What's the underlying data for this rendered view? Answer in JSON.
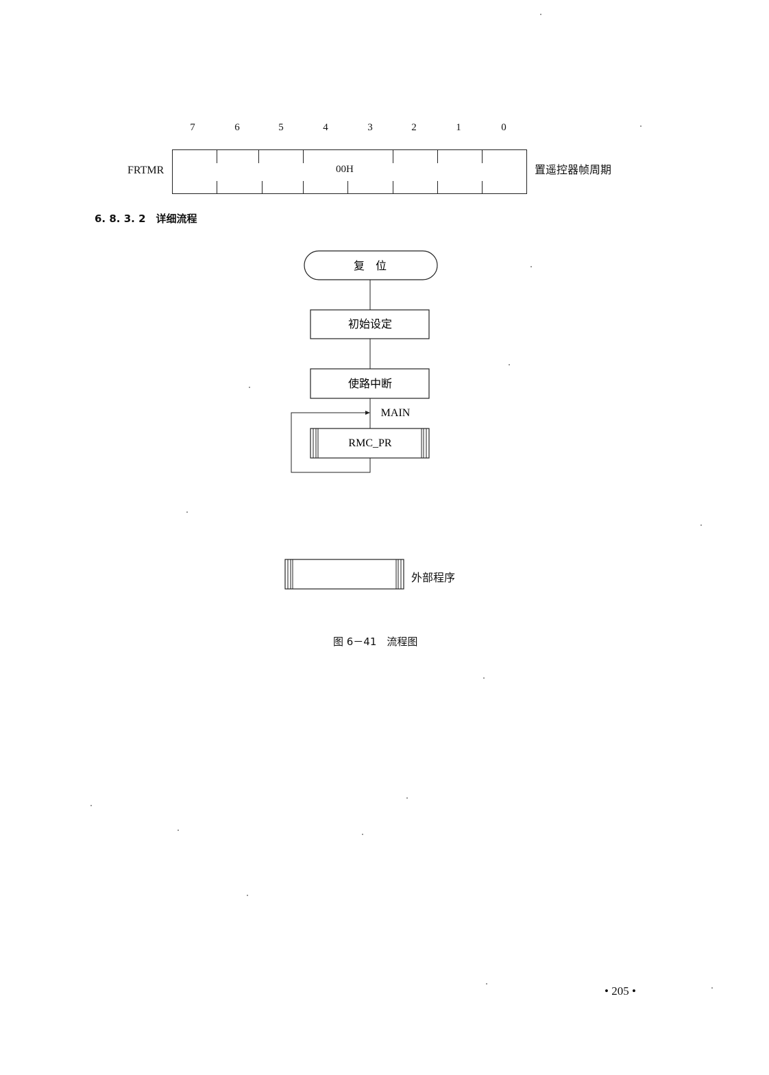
{
  "register": {
    "bit_numbers": [
      "7",
      "6",
      "5",
      "4",
      "3",
      "2",
      "1",
      "0"
    ],
    "name": "FRTMR",
    "reset_value": "00H",
    "description": "置遥控器帧周期"
  },
  "section": {
    "heading": "6. 8. 3. 2　详细流程"
  },
  "flowchart": {
    "nodes": {
      "reset": "复　位",
      "init": "初始设定",
      "enable_interrupt": "使路中断",
      "main_label": "MAIN",
      "rmc_pr": "RMC_PR"
    },
    "legend": {
      "external_label": "外部程序"
    },
    "caption": "图 6－41　流程图"
  },
  "page": {
    "number": "• 205 •"
  }
}
